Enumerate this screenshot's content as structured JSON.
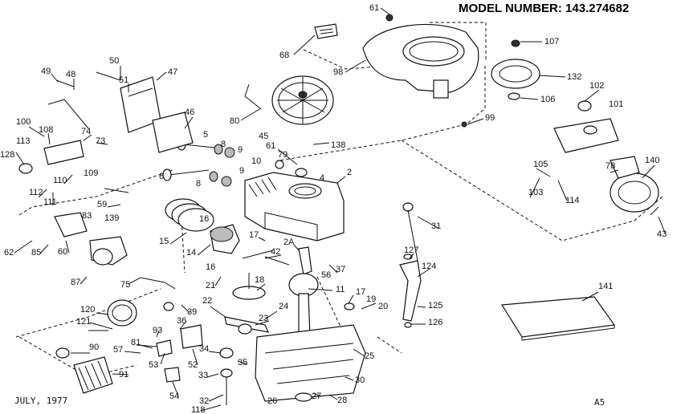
{
  "header": {
    "model_number": "MODEL NUMBER:  143.274682"
  },
  "footer": {
    "date": "JULY, 1977",
    "page": "A5"
  },
  "callouts": [
    "61",
    "107",
    "68",
    "98",
    "132",
    "102",
    "101",
    "50",
    "49",
    "48",
    "51",
    "47",
    "106",
    "99",
    "46",
    "80",
    "45",
    "61",
    "79",
    "138",
    "100",
    "108",
    "74",
    "73",
    "5",
    "8",
    "9",
    "113",
    "105",
    "78",
    "140",
    "128",
    "109",
    "6",
    "10",
    "8",
    "9",
    "4",
    "2",
    "110",
    "103",
    "114",
    "112",
    "111",
    "59",
    "16",
    "83",
    "139",
    "31",
    "43",
    "62",
    "85",
    "60",
    "15",
    "14",
    "17",
    "2A",
    "42",
    "127",
    "16",
    "56",
    "37",
    "124",
    "87",
    "75",
    "21",
    "18",
    "11",
    "17",
    "19",
    "20",
    "39",
    "22",
    "125",
    "120",
    "121",
    "24",
    "23",
    "126",
    "36",
    "93",
    "141",
    "81",
    "57",
    "90",
    "53",
    "52",
    "34",
    "35",
    "25",
    "33",
    "30",
    "91",
    "54",
    "32",
    "118",
    "26",
    "27",
    "28"
  ]
}
